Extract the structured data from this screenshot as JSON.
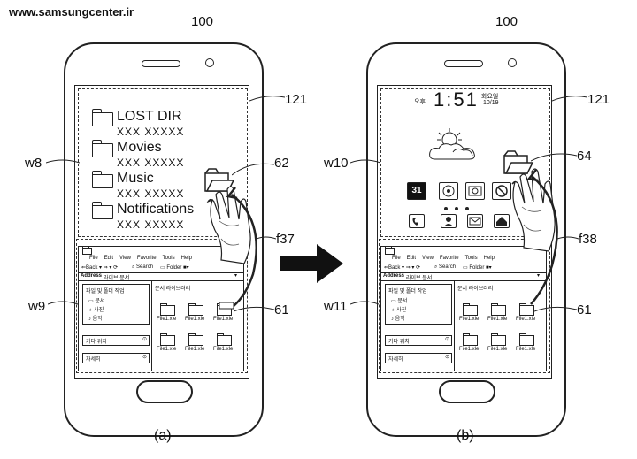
{
  "watermark": "www.samsungcenter.ir",
  "labels": {
    "device_a": "100",
    "device_b": "100",
    "caption_a": "(a)",
    "caption_b": "(b)",
    "ref_121_a": "121",
    "ref_121_b": "121",
    "ref_w8": "w8",
    "ref_w9": "w9",
    "ref_w10": "w10",
    "ref_w11": "w11",
    "ref_62": "62",
    "ref_64": "64",
    "ref_f37": "f37",
    "ref_f38": "f38",
    "ref_61_a": "61",
    "ref_61_b": "61"
  },
  "folders": [
    {
      "name": "LOST DIR",
      "sub": "XXX XXXXX"
    },
    {
      "name": "Movies",
      "sub": "XXX XXXXX"
    },
    {
      "name": "Music",
      "sub": "XXX XXXXX"
    },
    {
      "name": "Notifications",
      "sub": "XXX XXXXX"
    }
  ],
  "clock": {
    "ampm": "오후",
    "time": "1:51",
    "day": "화요일",
    "date": "10/19"
  },
  "explorer": {
    "menu": [
      "File",
      "Edit",
      "View",
      "Favorite",
      "Tools",
      "Help"
    ],
    "toolbar": {
      "back": "Back",
      "search": "Search",
      "folder": "Folder"
    },
    "address_label": "Address",
    "address_value": "라이브 문서",
    "left_header": "파일 및 폴더 작업",
    "left_items": [
      "문서",
      "사진",
      "음악"
    ],
    "other_places": "기타 위치",
    "details": "자세히",
    "right_header": "문서 라이브러리",
    "file_label": "File1.xle"
  }
}
